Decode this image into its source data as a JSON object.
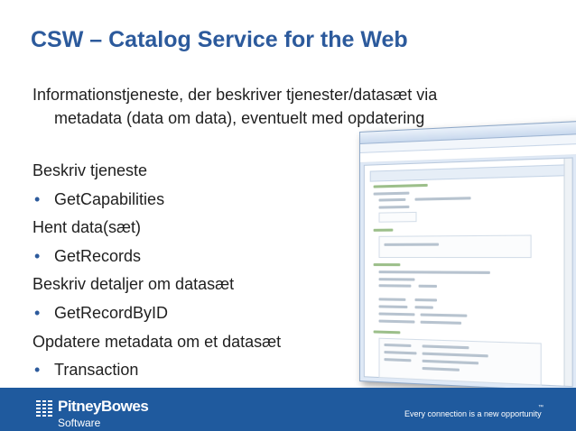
{
  "slide": {
    "title": "CSW – Catalog Service for the Web",
    "intro_line1": "Informationstjeneste, der beskriver tjenester/datasæt via",
    "intro_line2": "metadata (data om data), eventuelt med opdatering",
    "rows": [
      {
        "type": "heading",
        "text": "Beskriv tjeneste"
      },
      {
        "type": "bullet",
        "text": "GetCapabilities"
      },
      {
        "type": "heading",
        "text": "Hent data(sæt)"
      },
      {
        "type": "bullet",
        "text": "GetRecords"
      },
      {
        "type": "heading",
        "text": "Beskriv detaljer om datasæt"
      },
      {
        "type": "bullet",
        "text": "GetRecordByID"
      },
      {
        "type": "heading",
        "text": "Opdatere metadata om et datasæt"
      },
      {
        "type": "bullet",
        "text": "Transaction"
      }
    ],
    "bullet_glyph": "•"
  },
  "footer": {
    "brand": "PitneyBowes",
    "brand_sub": "Software",
    "tagline": "Every connection is a new opportunity",
    "tm": "™"
  },
  "colors": {
    "title": "#2c5a9c",
    "footer_bg": "#1f5a9e",
    "text": "#1f1f1f"
  },
  "icons": {
    "logo": "pitney-bowes-logo-icon"
  }
}
